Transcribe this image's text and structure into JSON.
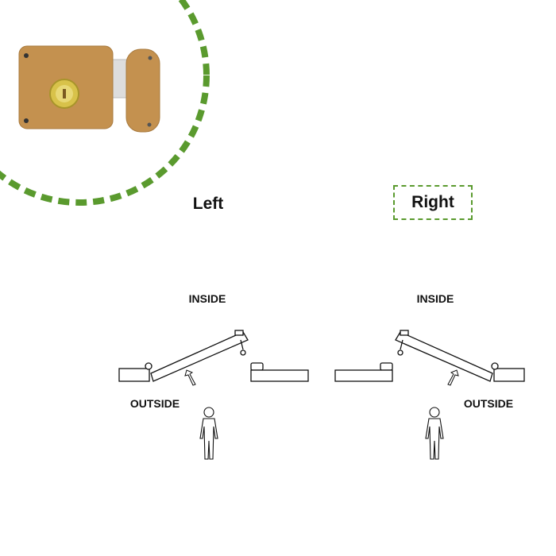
{
  "options": [
    {
      "label": "Left",
      "selected": false
    },
    {
      "label": "Right",
      "selected": true
    }
  ],
  "diagram": {
    "left": {
      "inside_label": "INSIDE",
      "outside_label": "OUTSIDE"
    },
    "right": {
      "inside_label": "INSIDE",
      "outside_label": "OUTSIDE"
    }
  },
  "colors": {
    "accent": "#5a9a2e",
    "lock_body": "#c4914f",
    "cylinder": "#d8c24a"
  }
}
